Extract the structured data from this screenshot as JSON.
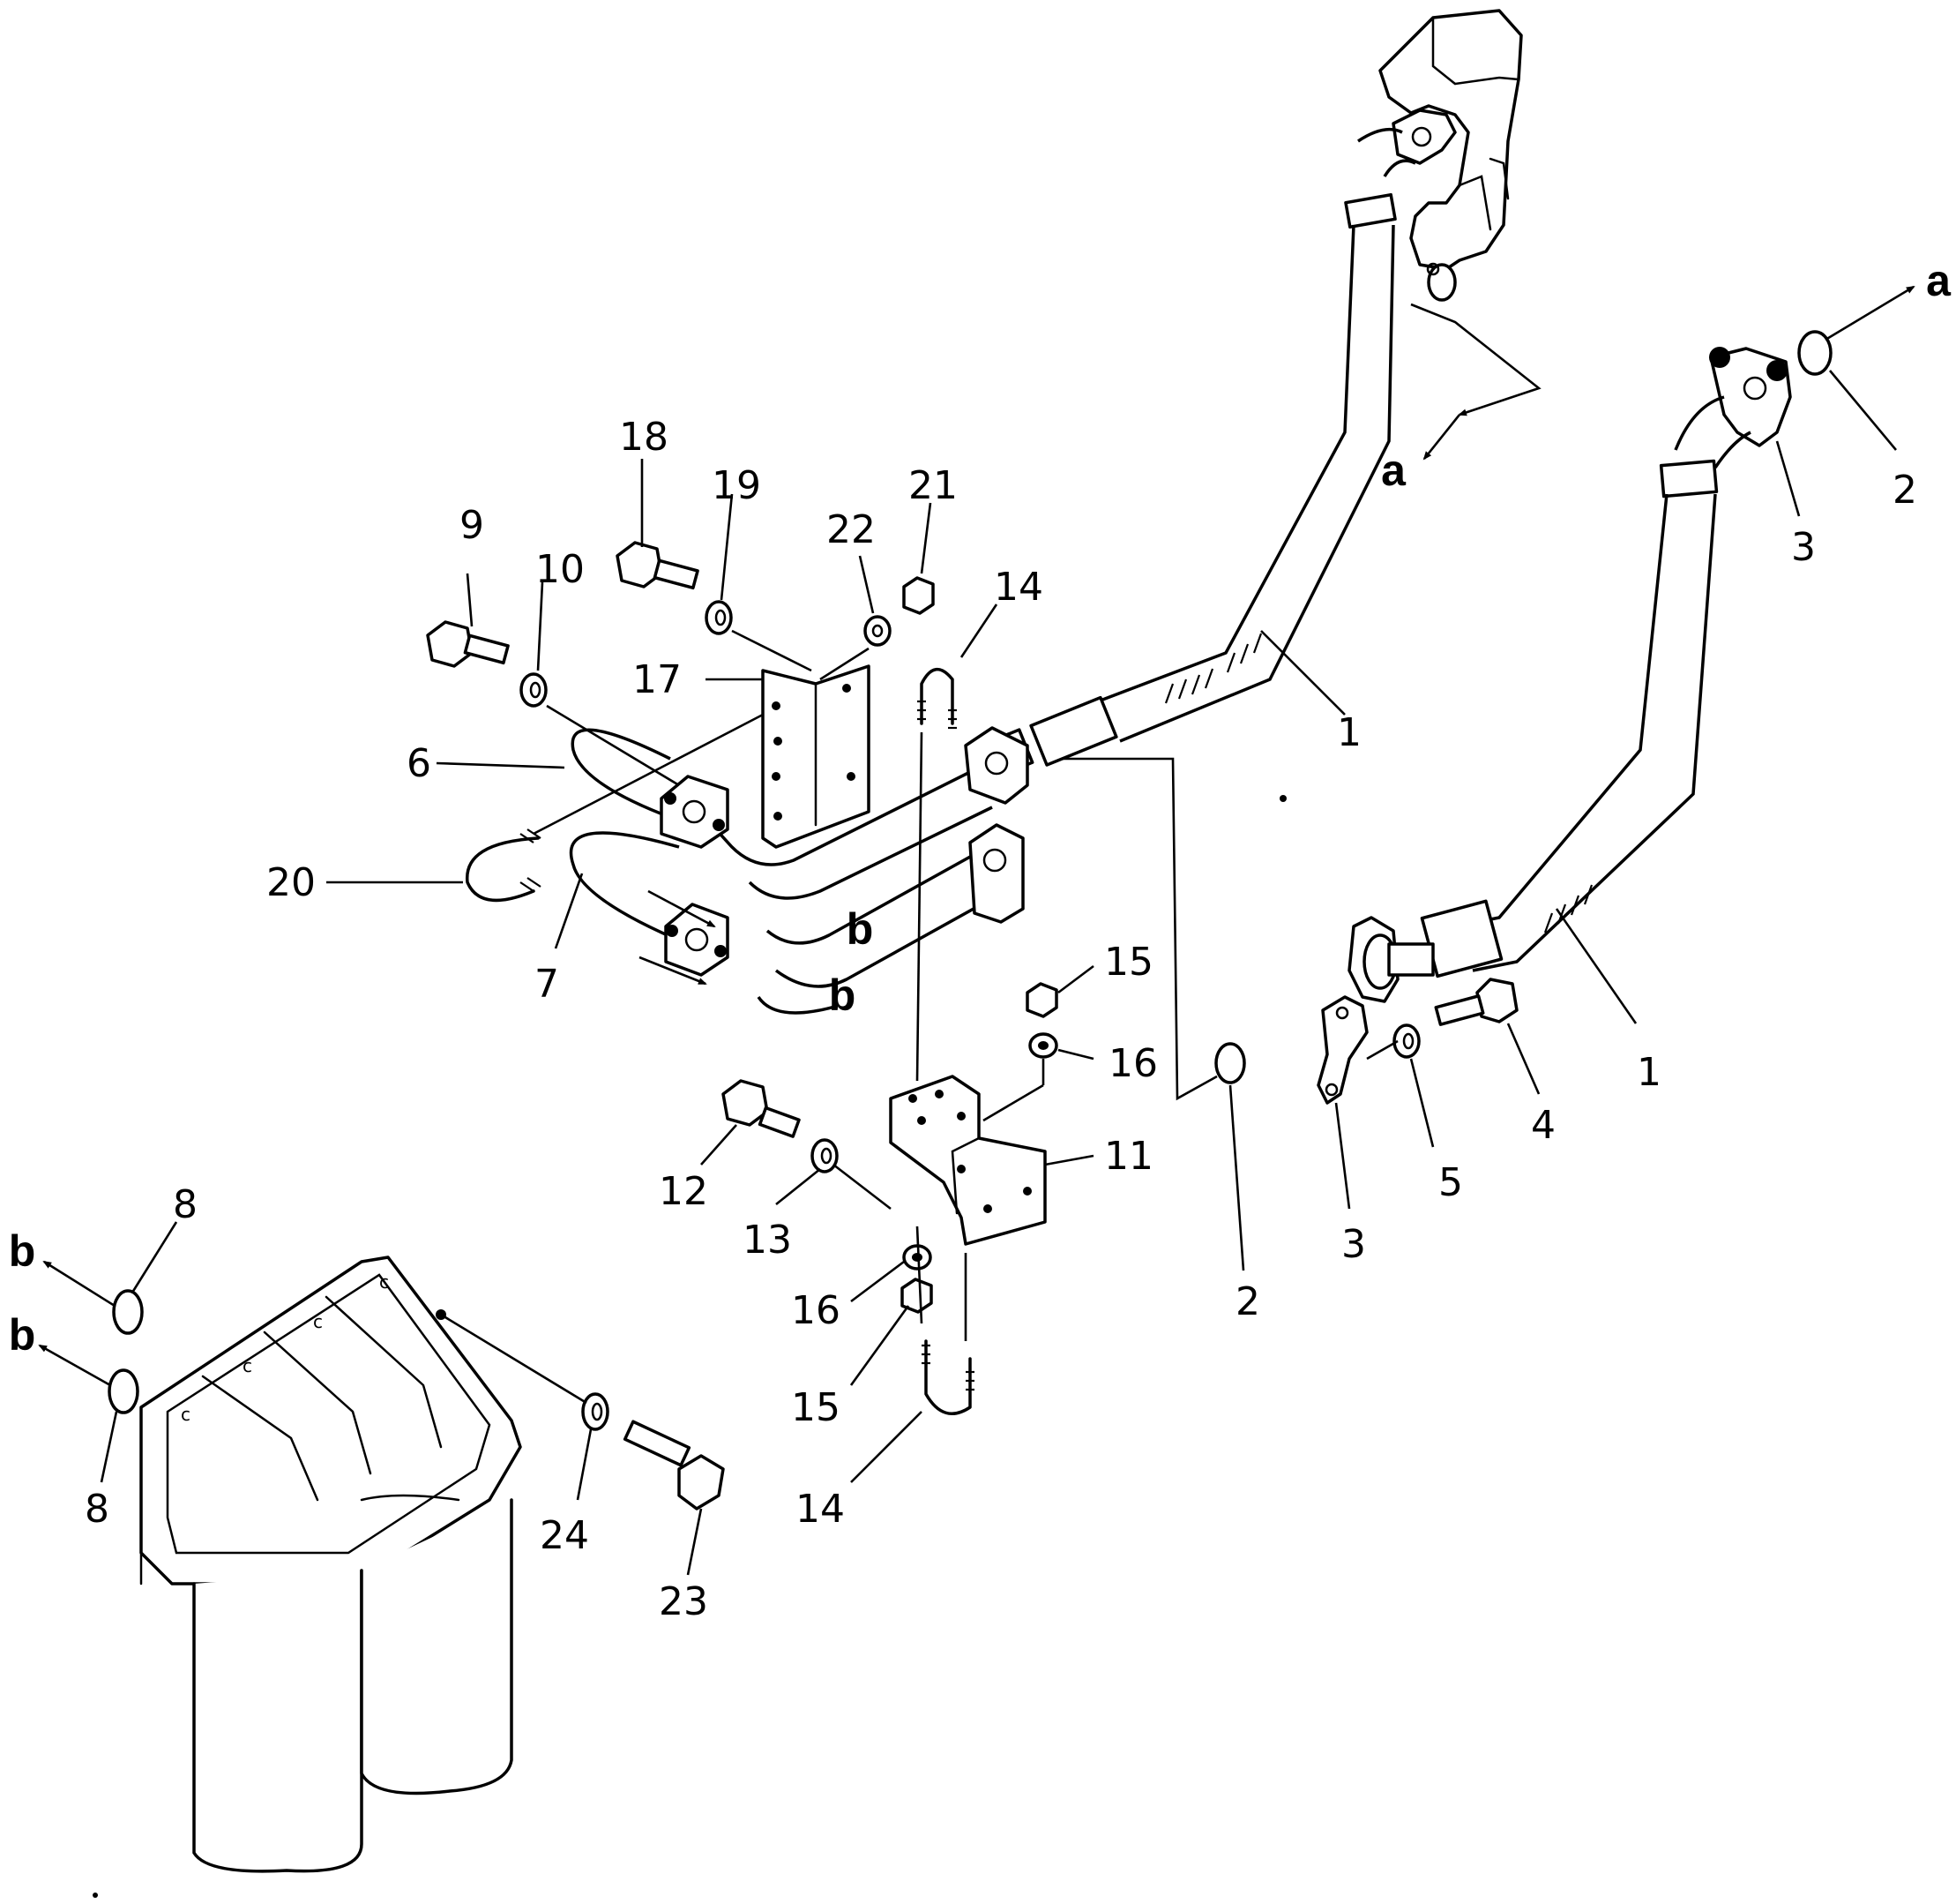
{
  "callouts": {
    "c1a": "1",
    "c1b": "1",
    "c2a": "2",
    "c2b": "2",
    "c3a": "3",
    "c3b": "3",
    "c4": "4",
    "c5": "5",
    "c6": "6",
    "c7": "7",
    "c8a": "8",
    "c8b": "8",
    "c9": "9",
    "c10": "10",
    "c11": "11",
    "c12": "12",
    "c13": "13",
    "c14a": "14",
    "c14b": "14",
    "c15a": "15",
    "c15b": "15",
    "c16a": "16",
    "c16b": "16",
    "c17": "17",
    "c18": "18",
    "c19": "19",
    "c20": "20",
    "c21": "21",
    "c22": "22",
    "c23": "23",
    "c24": "24"
  },
  "references": {
    "a_top": "a",
    "a_mid": "a",
    "b_1": "b",
    "b_2": "b",
    "b_3": "b",
    "b_4": "b"
  }
}
